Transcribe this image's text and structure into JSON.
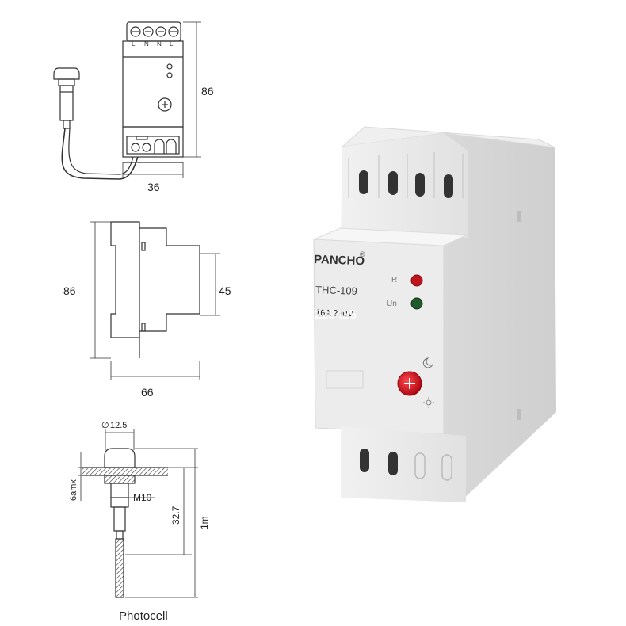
{
  "front_view": {
    "terminal_top_labels": [
      "L",
      "N",
      "N",
      "L"
    ],
    "height_label": "86",
    "width_label": "36"
  },
  "side_view": {
    "height_label": "86",
    "rail_height_label": "45",
    "depth_label": "66"
  },
  "photocell": {
    "diameter_label": "12.5",
    "thread_label": "M10",
    "panel_thickness_label": "6amx",
    "length_label": "32.7",
    "cable_label": "1m",
    "caption": "Photocell"
  },
  "device": {
    "brand": "PANCHO",
    "registered_mark": "®",
    "model": "THC-109",
    "rating": "16A 230V",
    "indicator_r_label": "R",
    "indicator_un_label": "Un"
  },
  "watermark": "Store NO.1229425",
  "colors": {
    "line": "#333333",
    "body": "#e9e9e9",
    "red_led": "#c0141c",
    "green_led": "#1e5a2a",
    "knob": "#d8101e"
  }
}
